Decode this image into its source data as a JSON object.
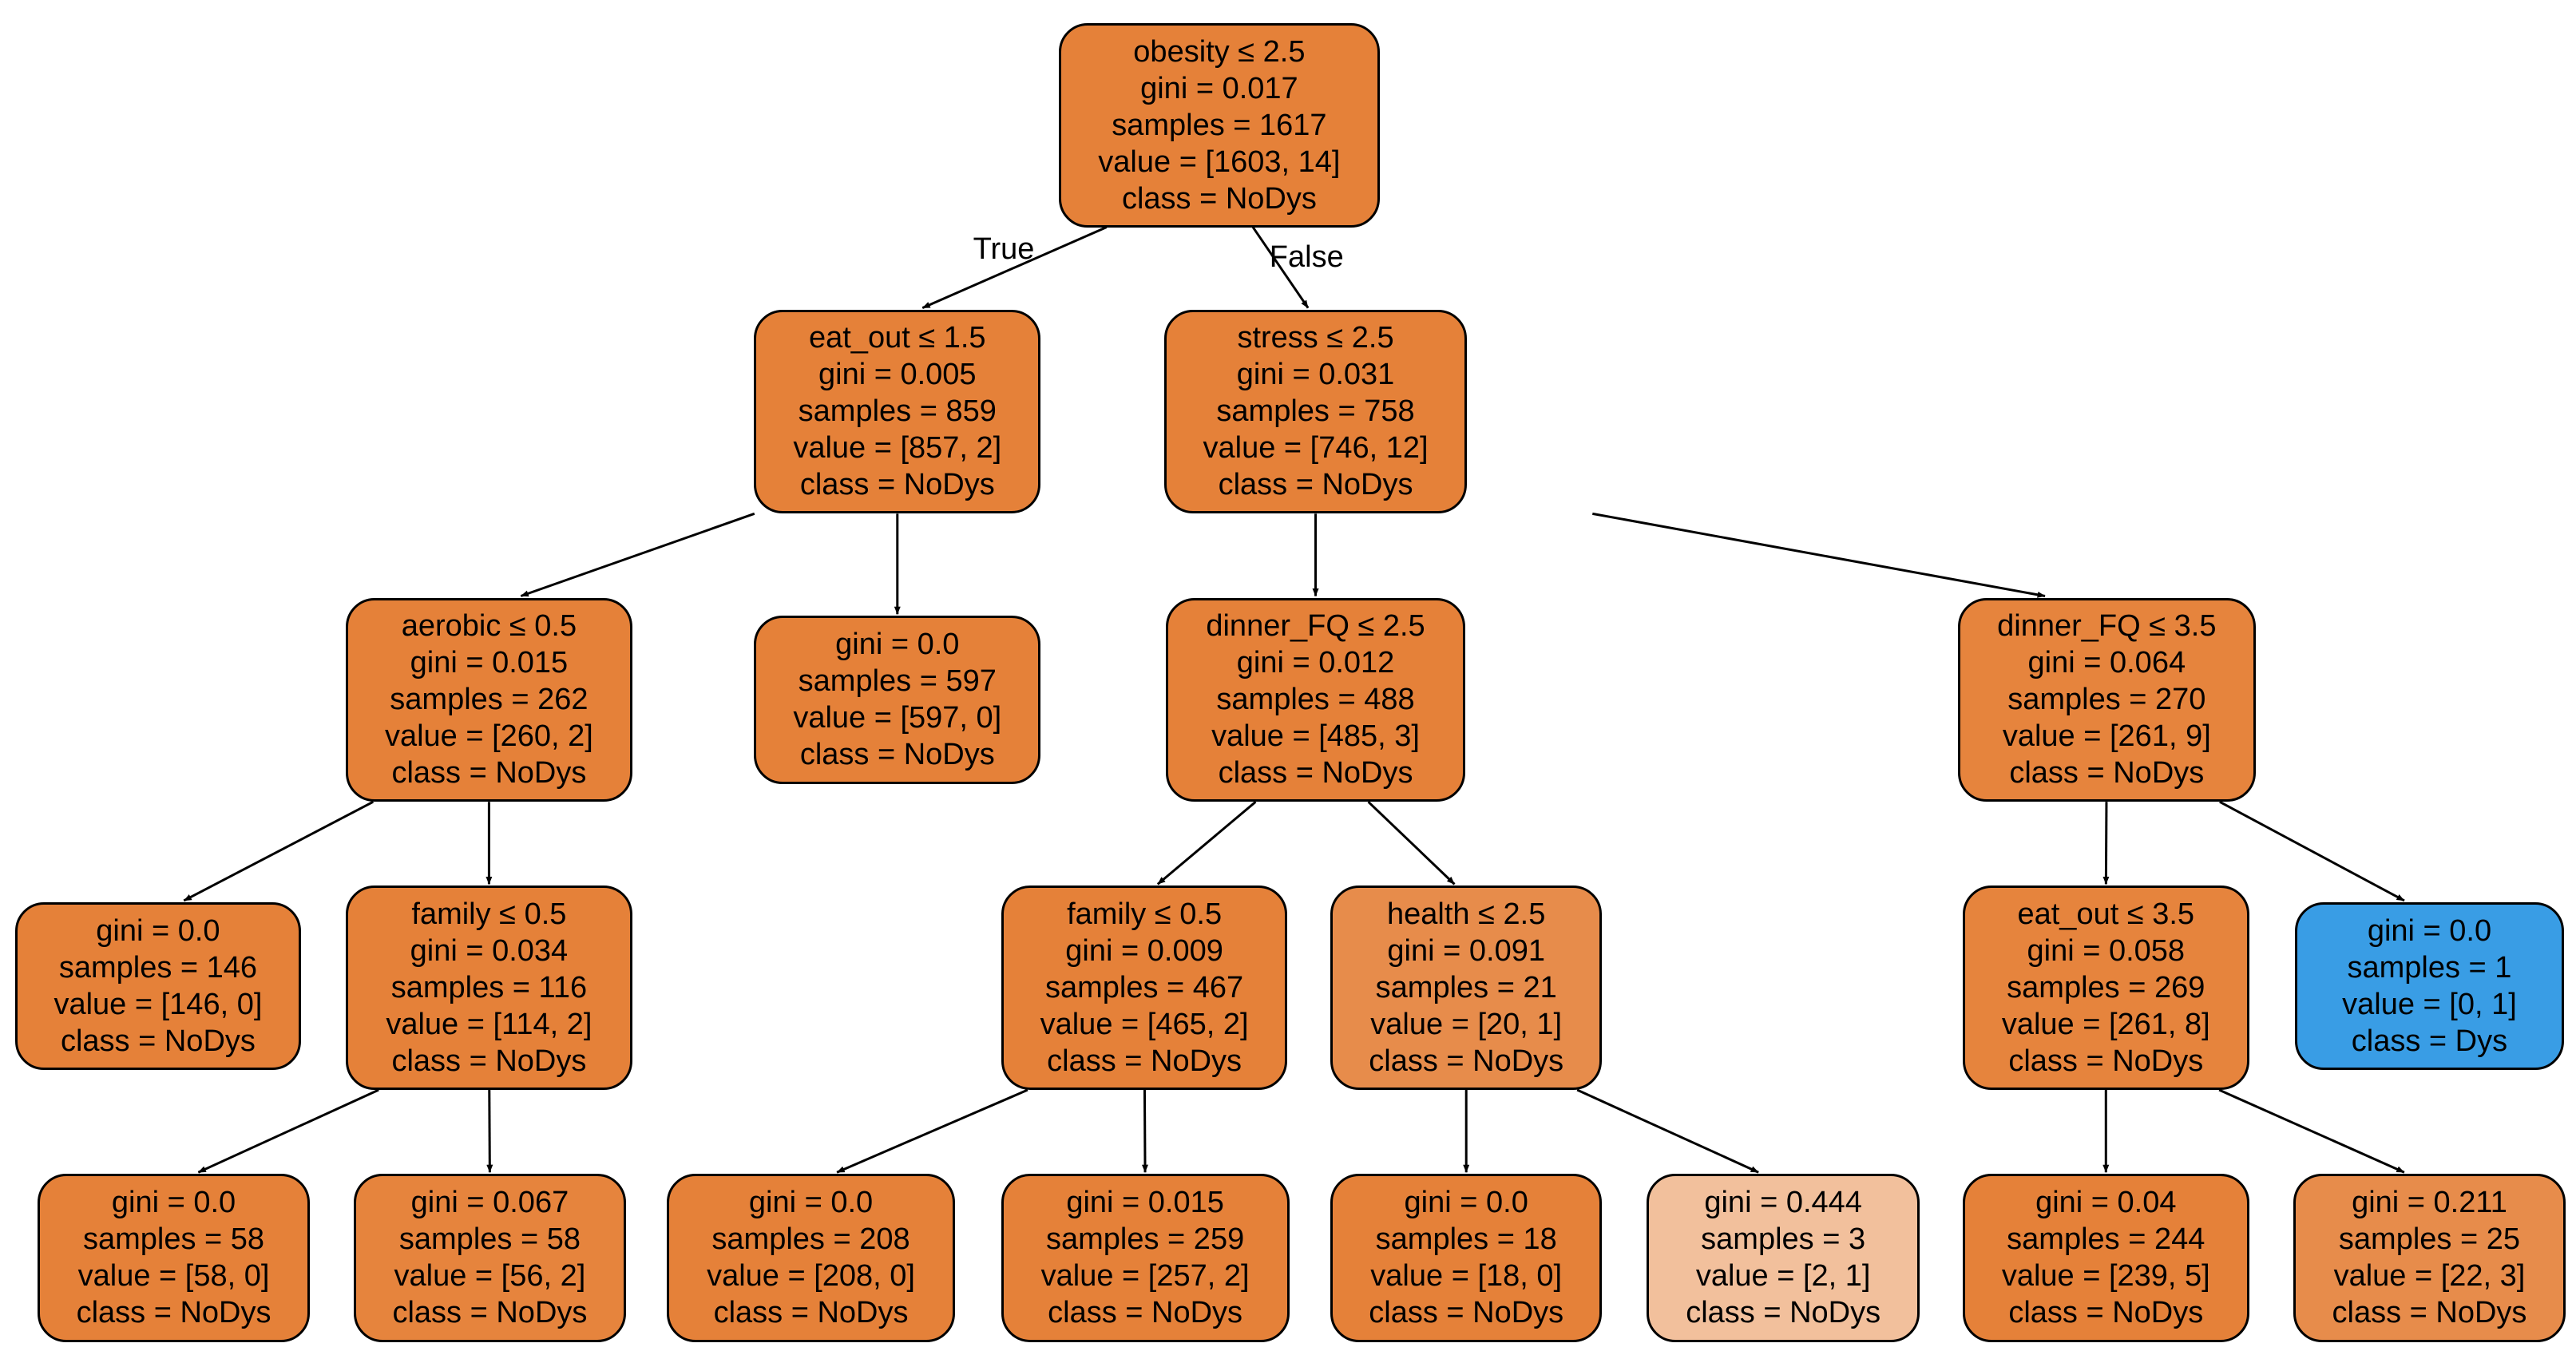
{
  "colors": {
    "dark": "#e58139",
    "medium": "#e6843d",
    "light": "#e78c4b",
    "pale": "#f2c09c",
    "dys": "#399de5",
    "edge": "#000000"
  },
  "edge_labels": {
    "true": "True",
    "false": "False"
  },
  "nodes": [
    {
      "id": "n0",
      "lines": [
        "obesity ≤ 2.5",
        "gini = 0.017",
        "samples = 1617",
        "value = [1603, 14]",
        "class = NoDys"
      ],
      "fill": "dark"
    },
    {
      "id": "n1",
      "lines": [
        "eat_out ≤ 1.5",
        "gini = 0.005",
        "samples = 859",
        "value = [857, 2]",
        "class = NoDys"
      ],
      "fill": "dark"
    },
    {
      "id": "n2",
      "lines": [
        "stress ≤ 2.5",
        "gini = 0.031",
        "samples = 758",
        "value = [746, 12]",
        "class = NoDys"
      ],
      "fill": "dark"
    },
    {
      "id": "n3",
      "lines": [
        "aerobic ≤ 0.5",
        "gini = 0.015",
        "samples = 262",
        "value = [260, 2]",
        "class = NoDys"
      ],
      "fill": "dark"
    },
    {
      "id": "n4",
      "lines": [
        "gini = 0.0",
        "samples = 597",
        "value = [597, 0]",
        "class = NoDys"
      ],
      "fill": "dark"
    },
    {
      "id": "n5",
      "lines": [
        "dinner_FQ ≤ 2.5",
        "gini = 0.012",
        "samples = 488",
        "value = [485, 3]",
        "class = NoDys"
      ],
      "fill": "dark"
    },
    {
      "id": "n6",
      "lines": [
        "dinner_FQ ≤ 3.5",
        "gini = 0.064",
        "samples = 270",
        "value = [261, 9]",
        "class = NoDys"
      ],
      "fill": "medium"
    },
    {
      "id": "n7",
      "lines": [
        "gini = 0.0",
        "samples = 146",
        "value = [146, 0]",
        "class = NoDys"
      ],
      "fill": "dark"
    },
    {
      "id": "n8",
      "lines": [
        "family ≤ 0.5",
        "gini = 0.034",
        "samples = 116",
        "value = [114, 2]",
        "class = NoDys"
      ],
      "fill": "dark"
    },
    {
      "id": "n9",
      "lines": [
        "family ≤ 0.5",
        "gini = 0.009",
        "samples = 467",
        "value = [465, 2]",
        "class = NoDys"
      ],
      "fill": "dark"
    },
    {
      "id": "n10",
      "lines": [
        "health ≤ 2.5",
        "gini = 0.091",
        "samples = 21",
        "value = [20, 1]",
        "class = NoDys"
      ],
      "fill": "light"
    },
    {
      "id": "n11",
      "lines": [
        "eat_out ≤ 3.5",
        "gini = 0.058",
        "samples = 269",
        "value = [261, 8]",
        "class = NoDys"
      ],
      "fill": "medium"
    },
    {
      "id": "n12",
      "lines": [
        "gini = 0.0",
        "samples = 1",
        "value = [0, 1]",
        "class = Dys"
      ],
      "fill": "dys"
    },
    {
      "id": "n13",
      "lines": [
        "gini = 0.0",
        "samples = 58",
        "value = [58, 0]",
        "class = NoDys"
      ],
      "fill": "dark"
    },
    {
      "id": "n14",
      "lines": [
        "gini = 0.067",
        "samples = 58",
        "value = [56, 2]",
        "class = NoDys"
      ],
      "fill": "medium"
    },
    {
      "id": "n15",
      "lines": [
        "gini = 0.0",
        "samples = 208",
        "value = [208, 0]",
        "class = NoDys"
      ],
      "fill": "dark"
    },
    {
      "id": "n16",
      "lines": [
        "gini = 0.015",
        "samples = 259",
        "value = [257, 2]",
        "class = NoDys"
      ],
      "fill": "dark"
    },
    {
      "id": "n17",
      "lines": [
        "gini = 0.0",
        "samples = 18",
        "value = [18, 0]",
        "class = NoDys"
      ],
      "fill": "dark"
    },
    {
      "id": "n18",
      "lines": [
        "gini = 0.444",
        "samples = 3",
        "value = [2, 1]",
        "class = NoDys"
      ],
      "fill": "pale"
    },
    {
      "id": "n19",
      "lines": [
        "gini = 0.04",
        "samples = 244",
        "value = [239, 5]",
        "class = NoDys"
      ],
      "fill": "dark"
    },
    {
      "id": "n20",
      "lines": [
        "gini = 0.211",
        "samples = 25",
        "value = [22, 3]",
        "class = NoDys"
      ],
      "fill": "light"
    }
  ],
  "edges": [
    {
      "from": "n0",
      "to": "n1",
      "label": "true"
    },
    {
      "from": "n0",
      "to": "n2",
      "label": "false"
    },
    {
      "from": "n1",
      "to": "n3"
    },
    {
      "from": "n1",
      "to": "n4"
    },
    {
      "from": "n2",
      "to": "n5"
    },
    {
      "from": "n2",
      "to": "n6"
    },
    {
      "from": "n3",
      "to": "n7"
    },
    {
      "from": "n3",
      "to": "n8"
    },
    {
      "from": "n5",
      "to": "n9"
    },
    {
      "from": "n5",
      "to": "n10"
    },
    {
      "from": "n6",
      "to": "n11"
    },
    {
      "from": "n6",
      "to": "n12"
    },
    {
      "from": "n8",
      "to": "n13"
    },
    {
      "from": "n8",
      "to": "n14"
    },
    {
      "from": "n9",
      "to": "n15"
    },
    {
      "from": "n9",
      "to": "n16"
    },
    {
      "from": "n10",
      "to": "n17"
    },
    {
      "from": "n10",
      "to": "n18"
    },
    {
      "from": "n11",
      "to": "n19"
    },
    {
      "from": "n11",
      "to": "n20"
    }
  ]
}
